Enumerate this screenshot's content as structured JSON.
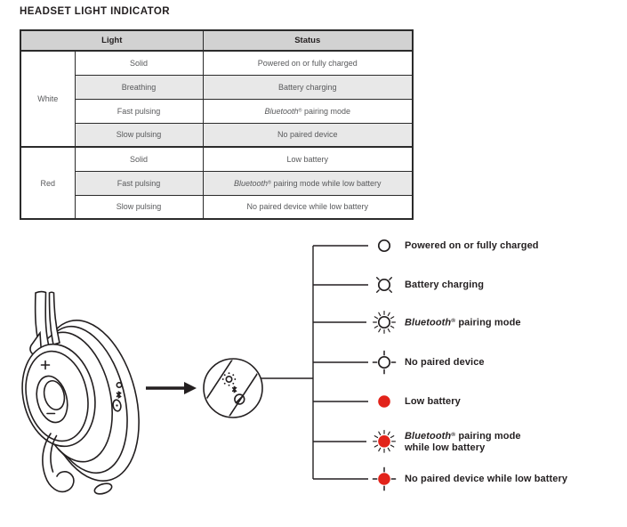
{
  "page": {
    "title": "HEADSET LIGHT INDICATOR"
  },
  "colors": {
    "ink": "#231f20",
    "text_gray": "#58595b",
    "red": "#e2231a",
    "header_bg": "#d2d2d2",
    "row_alt_bg": "#e8e8e8",
    "border": "#2b2b2b"
  },
  "table": {
    "headers": {
      "light": "Light",
      "status": "Status"
    },
    "groups": [
      {
        "color": "White",
        "rows": [
          {
            "pattern": "Solid",
            "status": "Powered on or fully charged"
          },
          {
            "pattern": "Breathing",
            "status": "Battery charging"
          },
          {
            "pattern": "Fast pulsing",
            "status": "Bluetooth® pairing mode"
          },
          {
            "pattern": "Slow pulsing",
            "status": "No paired device"
          }
        ]
      },
      {
        "color": "Red",
        "rows": [
          {
            "pattern": "Solid",
            "status": "Low battery"
          },
          {
            "pattern": "Fast pulsing",
            "status": "Bluetooth® pairing mode while low battery"
          },
          {
            "pattern": "Slow pulsing",
            "status": "No paired device while low battery"
          }
        ]
      }
    ]
  },
  "diagram": {
    "headset_icons": [
      "status-light-icon",
      "bluetooth-icon",
      "power-button-icon"
    ],
    "arrow": "zoom-arrow-icon"
  },
  "legend": {
    "items": [
      {
        "icon": "light-solid-white-icon",
        "label": "Powered on or fully charged"
      },
      {
        "icon": "light-breathing-white-icon",
        "label": "Battery charging"
      },
      {
        "icon": "light-fast-pulsing-white-icon",
        "label": "Bluetooth® pairing mode"
      },
      {
        "icon": "light-slow-pulsing-white-icon",
        "label": "No paired device"
      },
      {
        "icon": "light-solid-red-icon",
        "label": "Low battery"
      },
      {
        "icon": "light-fast-pulsing-red-icon",
        "label": "Bluetooth® pairing mode\nwhile low battery"
      },
      {
        "icon": "light-slow-pulsing-red-icon",
        "label": "No paired device while low battery"
      }
    ]
  }
}
